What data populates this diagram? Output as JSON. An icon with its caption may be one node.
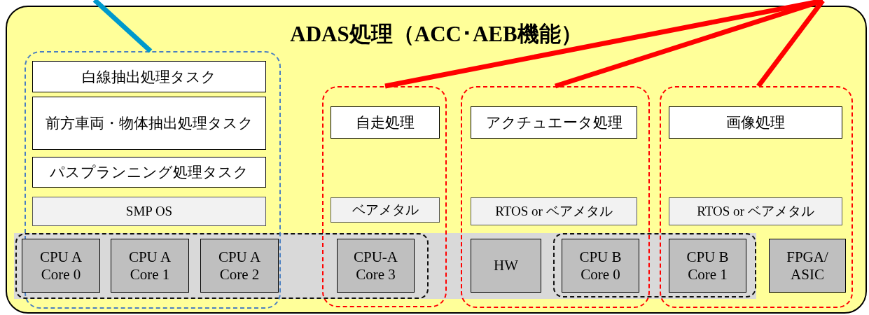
{
  "diagram": {
    "nodes": [
      {
        "text": [
          "ADAS処理（ACC･AEB機能）"
        ]
      },
      {
        "text": [],
        "shape": "box",
        "in": 0
      },
      {
        "text": [
          "白線抽出処理タスク"
        ],
        "in": 1
      },
      {
        "text": [
          "前方車両・物体抽出処理タスク"
        ],
        "in": 1
      },
      {
        "text": [
          "パスプランニング処理タスク"
        ],
        "in": 1
      },
      {
        "text": [
          "SMP OS"
        ],
        "in": 1
      },
      {
        "text": [],
        "shape": "box",
        "in": 0
      },
      {
        "text": [
          "自走処理"
        ],
        "in": 6
      },
      {
        "text": [
          "ベアメタル"
        ],
        "in": 6
      },
      {
        "text": [],
        "shape": "box",
        "in": 0
      },
      {
        "text": [
          "アクチュエータ処理"
        ],
        "in": 9
      },
      {
        "text": [
          "RTOS or ベアメタル"
        ],
        "in": 9
      },
      {
        "text": [],
        "shape": "box",
        "in": 0
      },
      {
        "text": [
          "画像処理"
        ],
        "in": 12
      },
      {
        "text": [
          "RTOS or ベアメタル"
        ],
        "in": 12
      },
      {
        "text": [],
        "shape": "bar",
        "in": 0
      },
      {
        "text": [],
        "shape": "box",
        "in": 15
      },
      {
        "text": [],
        "shape": "box",
        "in": 15
      },
      {
        "text": [
          "CPU A Core 0"
        ]
      },
      {
        "text": [
          "CPU A Core 1"
        ]
      },
      {
        "text": [
          "CPU A Core 2"
        ]
      },
      {
        "text": [
          "CPU-A Core 3"
        ]
      },
      {
        "text": [
          "HW"
        ]
      },
      {
        "text": [
          "CPU B Core 0"
        ]
      },
      {
        "text": [
          "CPU B Core 1"
        ]
      },
      {
        "text": [
          "FPGA/ ASIC"
        ],
        "in": 12
      }
    ],
    "edges": [
      {
        "from": null,
        "to": 1,
        "arrow": "none",
        "color": "#0099cc"
      },
      {
        "from": null,
        "to": 6,
        "arrow": "none"
      },
      {
        "from": null,
        "to": 9,
        "arrow": "none"
      },
      {
        "from": null,
        "to": 12,
        "arrow": "none"
      }
    ]
  }
}
